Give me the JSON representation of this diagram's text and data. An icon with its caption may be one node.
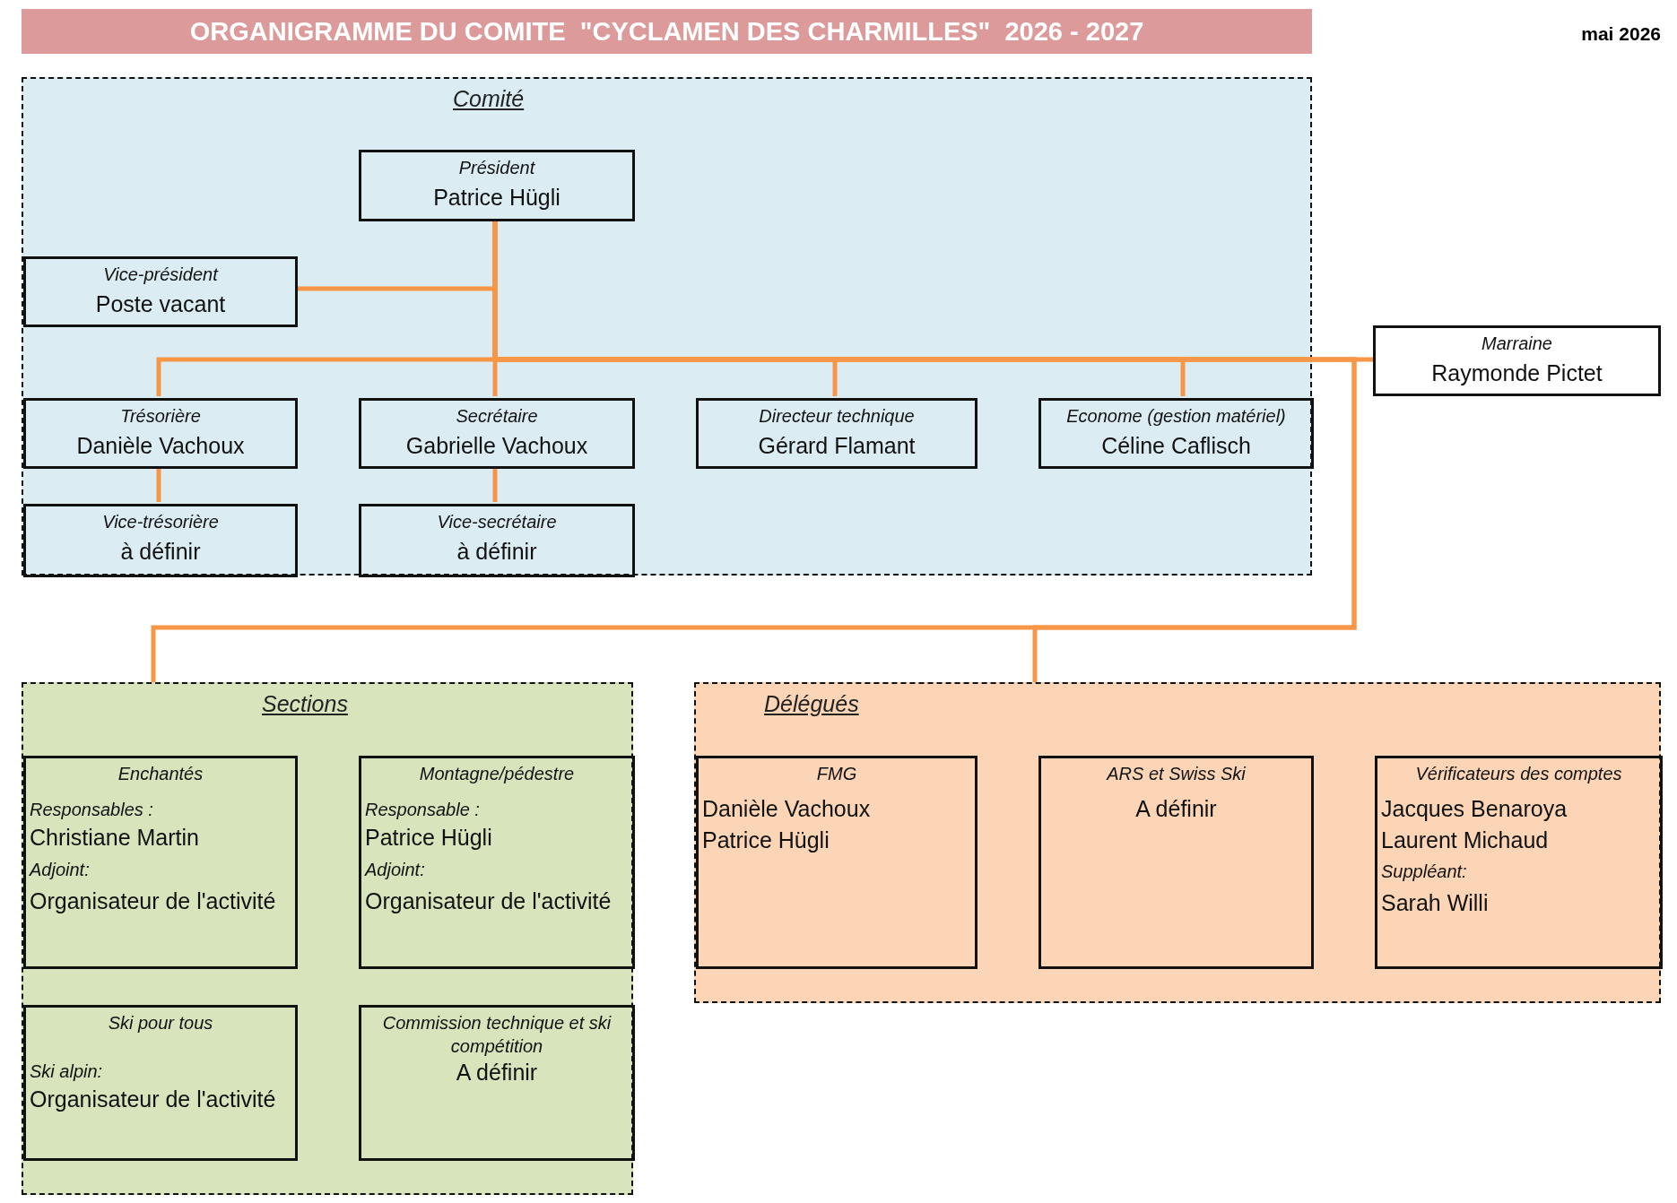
{
  "diagram": {
    "title": "ORGANIGRAMME DU COMITE  \"CYCLAMEN DES CHARMILLES\"  2026 - 2027",
    "nodes": [
      {
        "text": [
          "Comité"
        ]
      },
      {
        "text": [
          "Président",
          "Patrice Hügli"
        ],
        "in": 0
      },
      {
        "text": [
          "Vice-président",
          "Poste vacant"
        ],
        "in": 0
      },
      {
        "text": [
          "Trésorière",
          "Danièle Vachoux"
        ],
        "in": 0
      },
      {
        "text": [
          "Secrétaire",
          "Gabrielle Vachoux"
        ],
        "in": 0
      },
      {
        "text": [
          "Directeur technique",
          "Gérard Flamant"
        ],
        "in": 0
      },
      {
        "text": [
          "Econome (gestion matériel)",
          "Céline Caflisch"
        ],
        "in": 0
      },
      {
        "text": [
          "Vice-trésorière",
          "à définir"
        ],
        "in": 0
      },
      {
        "text": [
          "Vice-secrétaire",
          "à définir"
        ],
        "in": 0
      },
      {
        "text": [
          "Marraine",
          "Raymonde Pictet"
        ]
      },
      {
        "text": [
          "Sections"
        ]
      },
      {
        "text": [
          "Enchantés",
          "Responsables :",
          "Christiane Martin",
          "Adjoint:",
          "Organisateur de l'activité"
        ],
        "in": 10
      },
      {
        "text": [
          "Montagne/pédestre",
          "Responsable :",
          "Patrice Hügli",
          "Adjoint:",
          "Organisateur de l'activité"
        ],
        "in": 10
      },
      {
        "text": [
          "Ski pour tous",
          "Ski alpin:",
          "Organisateur de l'activité"
        ],
        "in": 10
      },
      {
        "text": [
          "Commission technique et ski compétition",
          "A définir"
        ],
        "in": 10
      },
      {
        "text": [
          "Délégués"
        ]
      },
      {
        "text": [
          "FMG",
          "Danièle Vachoux",
          "Patrice Hügli"
        ],
        "in": 15
      },
      {
        "text": [
          "ARS et Swiss Ski",
          "A définir"
        ],
        "in": 15
      },
      {
        "text": [
          "Vérificateurs des comptes",
          "Jacques Benaroya",
          "Laurent Michaud",
          "Suppléant:",
          "Sarah Willi"
        ],
        "in": 15
      }
    ],
    "edges": [
      {
        "from": 1,
        "to": 2,
        "arrow": "none"
      },
      {
        "from": 1,
        "to": 3,
        "arrow": "none"
      },
      {
        "from": 1,
        "to": 4,
        "arrow": "none"
      },
      {
        "from": 1,
        "to": 5,
        "arrow": "none"
      },
      {
        "from": 1,
        "to": 6,
        "arrow": "none"
      },
      {
        "from": 1,
        "to": 9,
        "arrow": "none"
      },
      {
        "from": 3,
        "to": 7,
        "arrow": "none"
      },
      {
        "from": 4,
        "to": 8,
        "arrow": "none"
      },
      {
        "from": 1,
        "to": 10,
        "arrow": "none"
      },
      {
        "from": 1,
        "to": 15,
        "arrow": "none"
      }
    ],
    "labels": [
      "mai 2026"
    ]
  }
}
